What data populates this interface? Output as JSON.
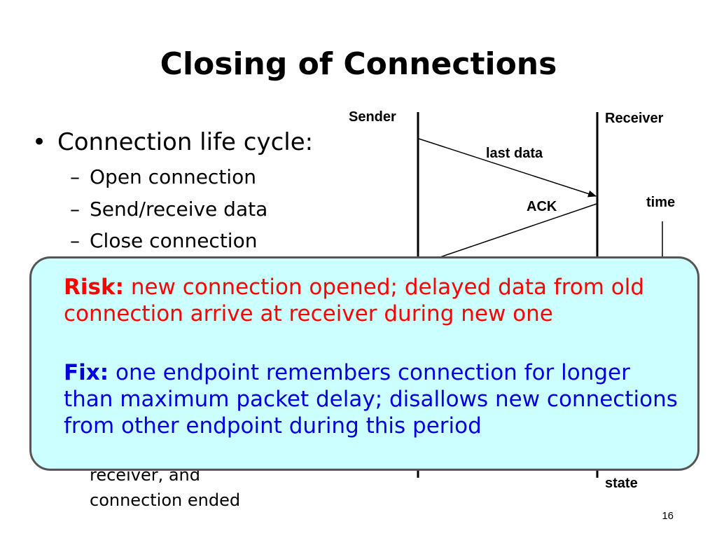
{
  "slide": {
    "title": "Closing of Connections",
    "bullet": "Connection life cycle:",
    "subitems": [
      "Open connection",
      "Send/receive data",
      "Close connection"
    ],
    "tail_lines": [
      "receiver, and",
      "connection ended"
    ],
    "page_number": "16"
  },
  "diagram": {
    "sender_label": "Sender",
    "receiver_label": "Receiver",
    "message_1": "last data",
    "message_2": "ACK",
    "time_label": "time",
    "state_label": "state"
  },
  "callout": {
    "risk_label": "Risk:",
    "risk_text": " new connection opened; delayed data from old connection arrive at receiver during new one",
    "fix_label": "Fix:",
    "fix_text": " one endpoint remembers connection for longer than maximum packet delay; disallows new connections from other endpoint during this period",
    "colors": {
      "background": "#ccffff",
      "risk": "#ff0000",
      "fix": "#0000dd"
    }
  }
}
